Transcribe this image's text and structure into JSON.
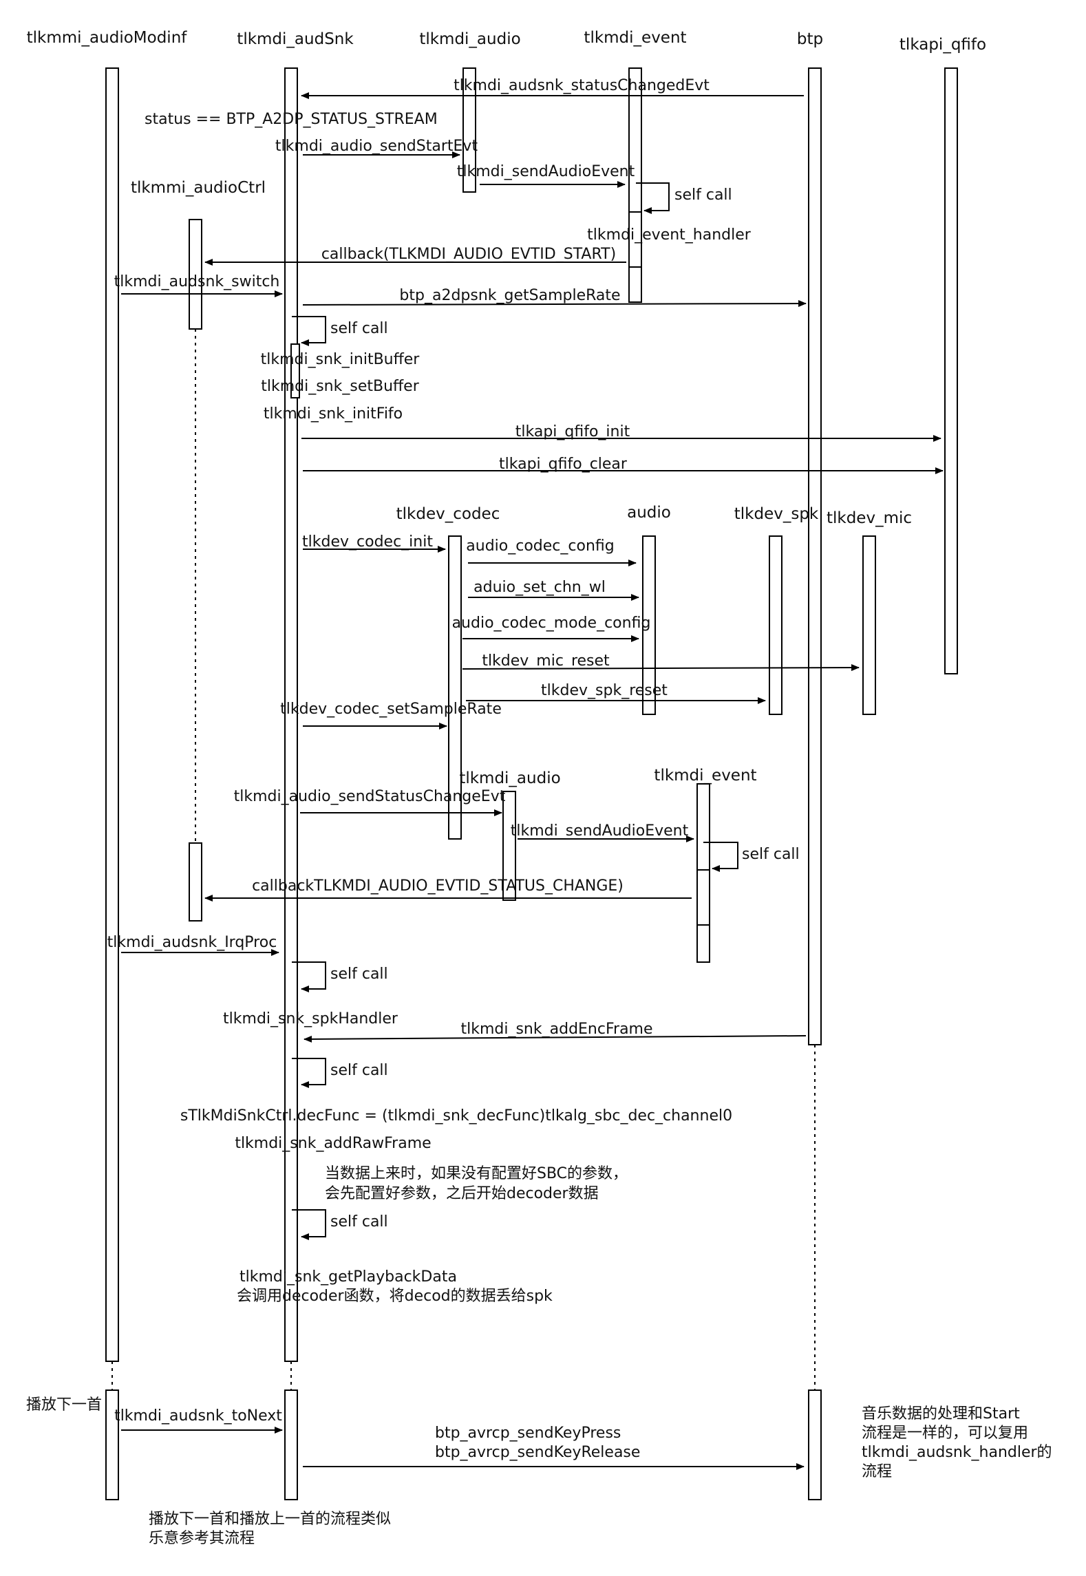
{
  "participants": {
    "audioModinf": "tlkmmi_audioModinf",
    "audSnk": "tlkmdi_audSnk",
    "audio": "tlkmdi_audio",
    "event": "tlkmdi_event",
    "btp": "btp",
    "qfifo": "tlkapi_qfifo",
    "audioCtrl": "tlkmmi_audioCtrl",
    "codec": "tlkdev_codec",
    "audioDrv": "audio",
    "spk": "tlkdev_spk",
    "mic": "tlkdev_mic",
    "audio2": "tlkmdi_audio",
    "event2": "tlkmdi_event"
  },
  "messages": {
    "statusChangedEvt": "tlkmdi_audsnk_statusChangedEvt",
    "condition": "status == BTP_A2DP_STATUS_STREAM",
    "sendStartEvt": "tlkmdi_audio_sendStartEvt",
    "sendAudioEvent": "tlkmdi_sendAudioEvent",
    "selfCall": "self call",
    "eventHandler": "tlkmdi_event_handler",
    "callbackStart": "callback(TLKMDI_AUDIO_EVTID_START)",
    "audsnkSwitch": "tlkmdi_audsnk_switch",
    "getSampleRate": "btp_a2dpsnk_getSampleRate",
    "initBuffer": "tlkmdi_snk_initBuffer",
    "setBuffer": "tlkmdi_snk_setBuffer",
    "initFifo": "tlkmdi_snk_initFifo",
    "qfifoInit": "tlkapi_qfifo_init",
    "qfifoClear": "tlkapi_qfifo_clear",
    "codecInit": "tlkdev_codec_init",
    "codecConfig": "audio_codec_config",
    "setChnWl": "aduio_set_chn_wl",
    "codecModeConfig": "audio_codec_mode_config",
    "micReset": "tlkdev_mic_reset",
    "spkReset": "tlkdev_spk_reset",
    "setSampleRate": "tlkdev_codec_setSampleRate",
    "sendStatusChangeEvt": "tlkmdi_audio_sendStatusChangeEvt",
    "callbackStatus": "callbackTLKMDI_AUDIO_EVTID_STATUS_CHANGE)",
    "irqProc": "tlkmdi_audsnk_IrqProc",
    "spkHandler": "tlkmdi_snk_spkHandler",
    "addEncFrame": "tlkmdi_snk_addEncFrame",
    "decFunc": "sTlkMdiSnkCtrl.decFunc = (tlkmdi_snk_decFunc)tlkalg_sbc_dec_channel0",
    "addRawFrame": "tlkmdi_snk_addRawFrame",
    "getPlaybackData": "tlkmdi_snk_getPlaybackData",
    "playNext": "播放下一首",
    "toNext": "tlkmdi_audsnk_toNext",
    "sendKeyPress": "btp_avrcp_sendKeyPress",
    "sendKeyRelease": "btp_avrcp_sendKeyRelease"
  },
  "notes": {
    "decoderLine1": "当数据上来时，如果没有配置好SBC的参数，",
    "decoderLine2": "会先配置好参数，之后开始decoder数据",
    "playbackNote": "会调用decoder函数，将decod的数据丢给spk",
    "similarLine1": "播放下一首和播放上一首的流程类似",
    "similarLine2": "乐意参考其流程",
    "musicLine1": "音乐数据的处理和Start",
    "musicLine2": "流程是一样的，可以复用",
    "musicLine3": "tlkmdi_audsnk_handler的",
    "musicLine4": "流程"
  }
}
